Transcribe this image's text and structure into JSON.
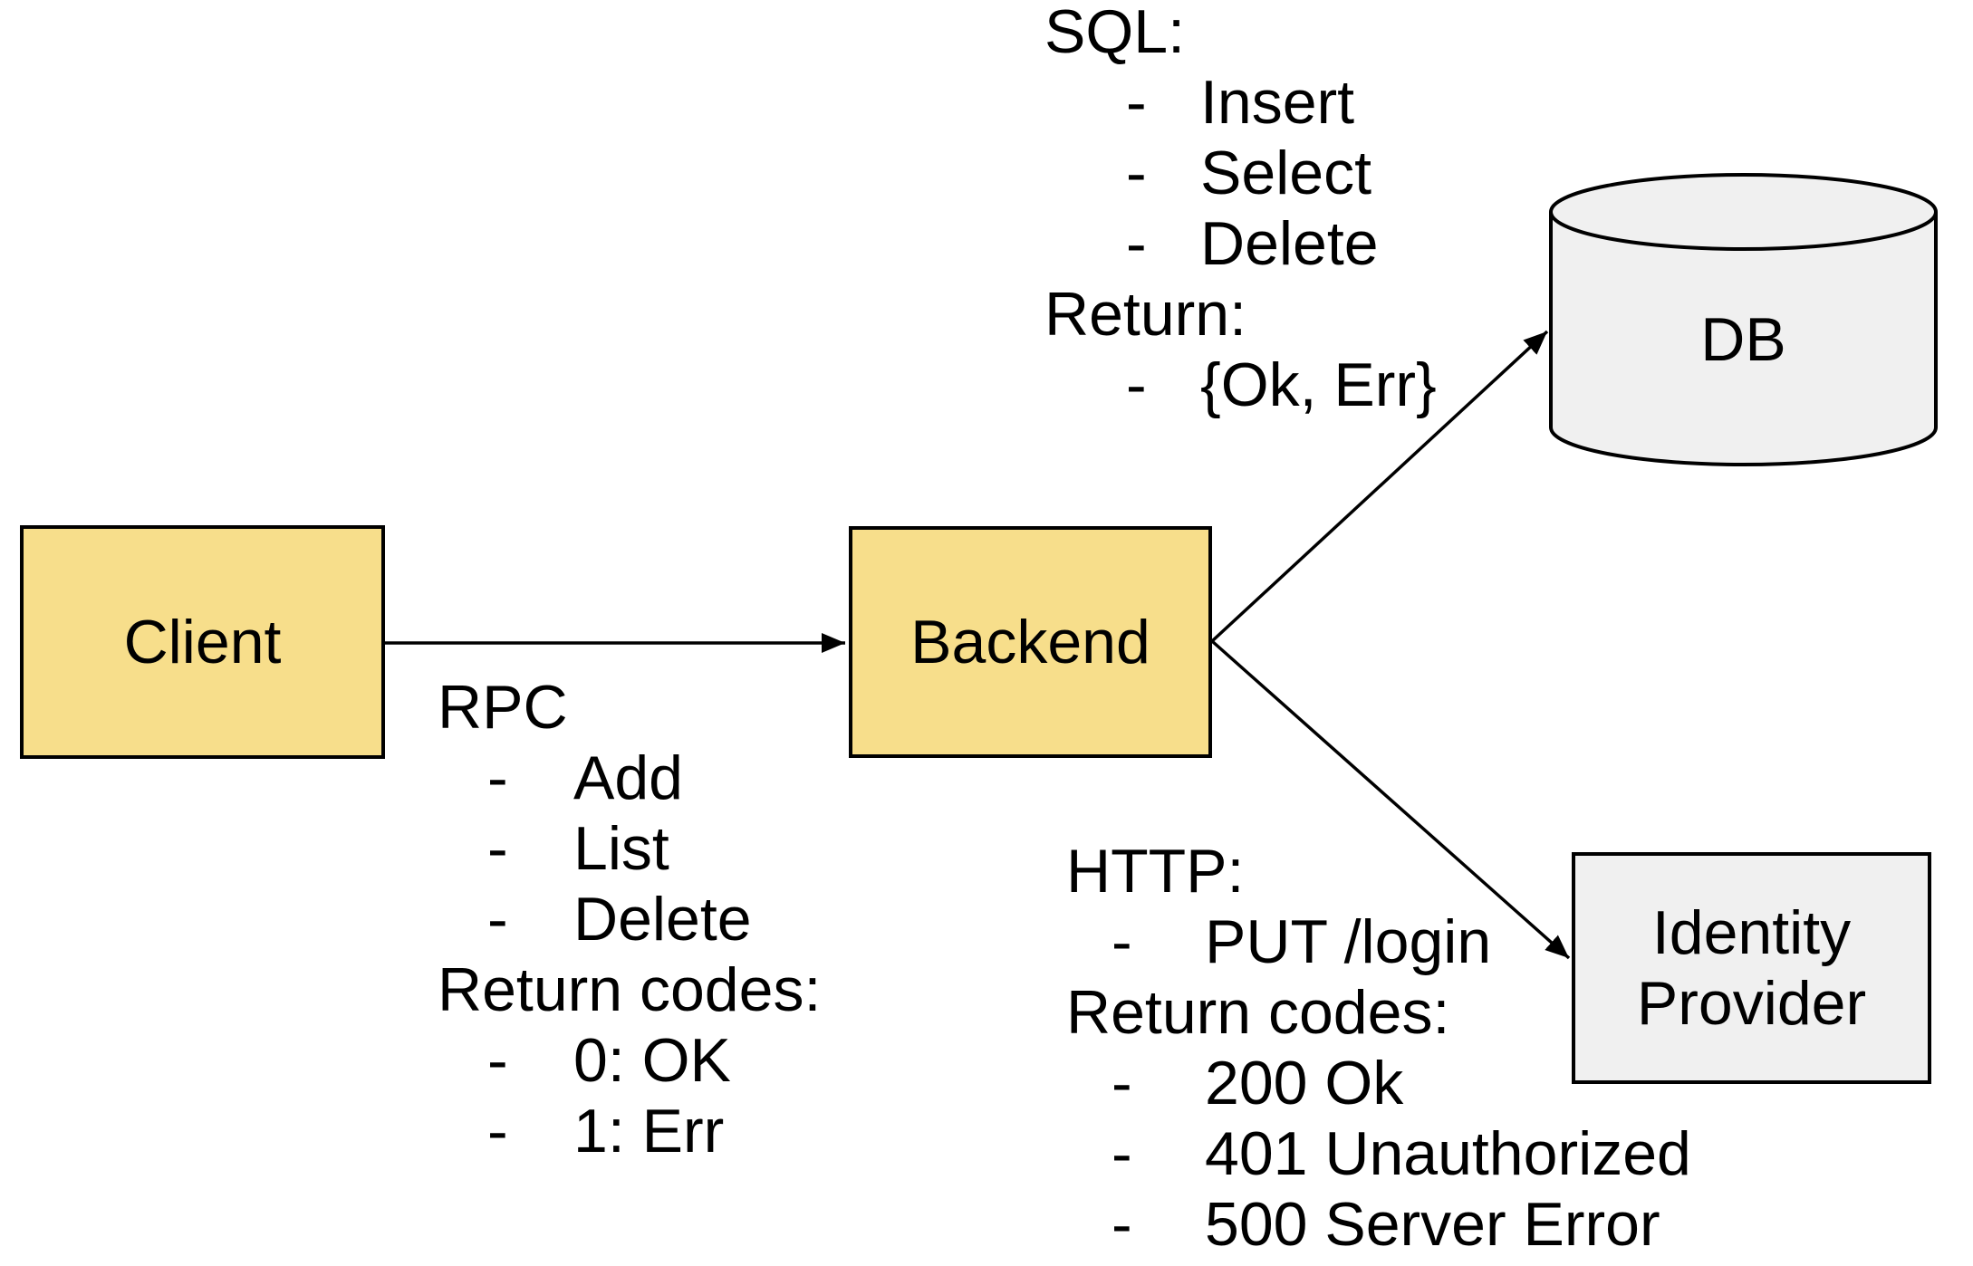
{
  "diagram": {
    "background": "#FFFFFF",
    "text_color": "#000000",
    "stroke_color": "#000000",
    "bullet_char": "-",
    "nodes": {
      "client": {
        "label": "Client",
        "fill": "#F7DE8B",
        "shape": "rectangle"
      },
      "backend": {
        "label": "Backend",
        "fill": "#F7DE8B",
        "shape": "rectangle"
      },
      "db": {
        "label": "DB",
        "fill": "#F0F0F0",
        "shape": "cylinder"
      },
      "identity_provider": {
        "label": "Identity Provider",
        "fill": "#F0F0F0",
        "shape": "rectangle"
      }
    },
    "edges": [
      {
        "from": "client",
        "to": "backend",
        "annotation": "rpc"
      },
      {
        "from": "backend",
        "to": "db",
        "annotation": "sql"
      },
      {
        "from": "backend",
        "to": "identity_provider",
        "annotation": "http"
      }
    ],
    "annotations": {
      "rpc": {
        "heading": "RPC",
        "items": [
          "Add",
          "List",
          "Delete"
        ],
        "return_heading": "Return codes:",
        "return_items": [
          "0: OK",
          "1: Err"
        ]
      },
      "sql": {
        "heading": "SQL:",
        "items": [
          "Insert",
          "Select",
          "Delete"
        ],
        "return_heading": "Return:",
        "return_items": [
          "{Ok, Err}"
        ]
      },
      "http": {
        "heading": "HTTP:",
        "items": [
          "PUT /login"
        ],
        "return_heading": "Return codes:",
        "return_items": [
          "200 Ok",
          "401 Unauthorized",
          "500 Server Error"
        ]
      }
    }
  }
}
